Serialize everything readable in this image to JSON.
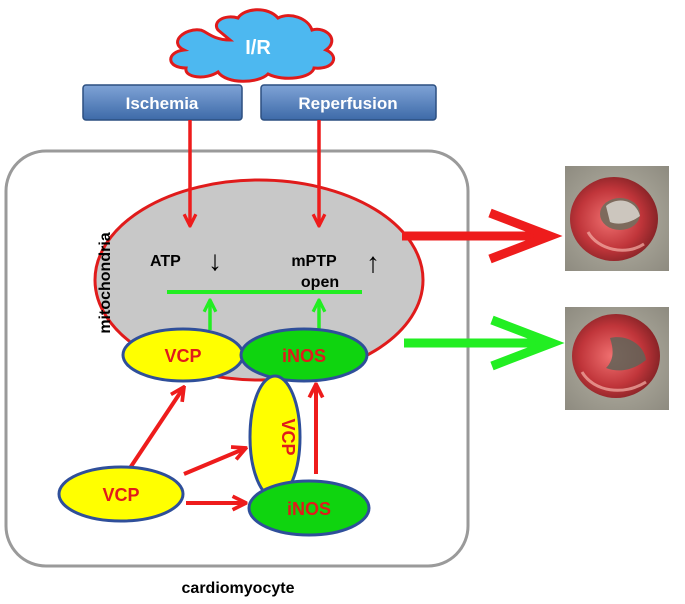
{
  "cloud": {
    "label": "I/R",
    "fill": "#4db8f0",
    "stroke": "#e01b1b"
  },
  "phase_boxes": [
    {
      "label": "Ischemia"
    },
    {
      "label": "Reperfusion"
    }
  ],
  "cell": {
    "label": "cardiomyocyte"
  },
  "mitochondria": {
    "label": "mitochondria",
    "fill": "#c8c8c8",
    "stroke": "#e01b1b"
  },
  "atp": {
    "label": "ATP",
    "arrow": "↓"
  },
  "mptp": {
    "line1": "mPTP",
    "line2": "open",
    "arrow": "↑"
  },
  "proteins": {
    "vcp_mito": "VCP",
    "inos_mito": "iNOS",
    "vcp_vertical": "VCP",
    "vcp_cyto": "VCP",
    "inos_cyto": "iNOS"
  },
  "colors": {
    "red": "#ee1c1c",
    "green": "#22ee22",
    "vcp_fill": "#ffff00",
    "inos_fill": "#0fd40f",
    "protein_border": "#2f4f9a",
    "protein_text": "#e01b1b",
    "box_fill": "#4a78b4"
  },
  "outcomes": [
    {
      "name": "large-infarct-heart-image"
    },
    {
      "name": "small-infarct-heart-image"
    }
  ]
}
